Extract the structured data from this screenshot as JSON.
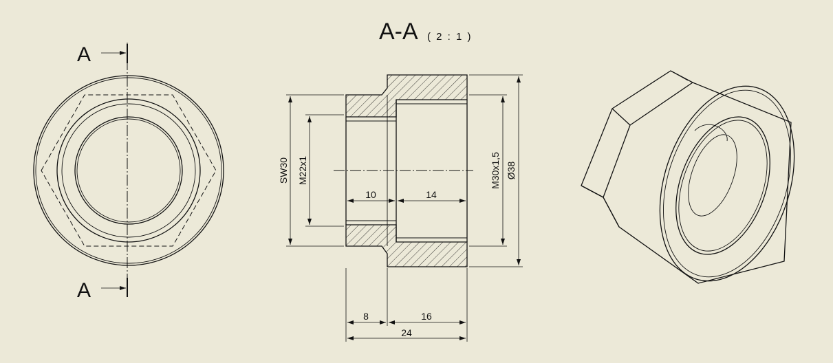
{
  "section": {
    "title": "A-A",
    "scale": "( 2 : 1 )",
    "cut_label_top": "A",
    "cut_label_bottom": "A"
  },
  "dimensions": {
    "across_flats": "SW30",
    "inner_thread": "M22x1",
    "outer_thread": "M30x1,5",
    "outer_diameter": "Ø38",
    "bore_depth_small": "10",
    "bore_depth_large": "14",
    "step_small": "8",
    "step_large": "16",
    "total_length": "24"
  },
  "colors": {
    "paper": "#ECE9D8",
    "line": "#111111"
  }
}
